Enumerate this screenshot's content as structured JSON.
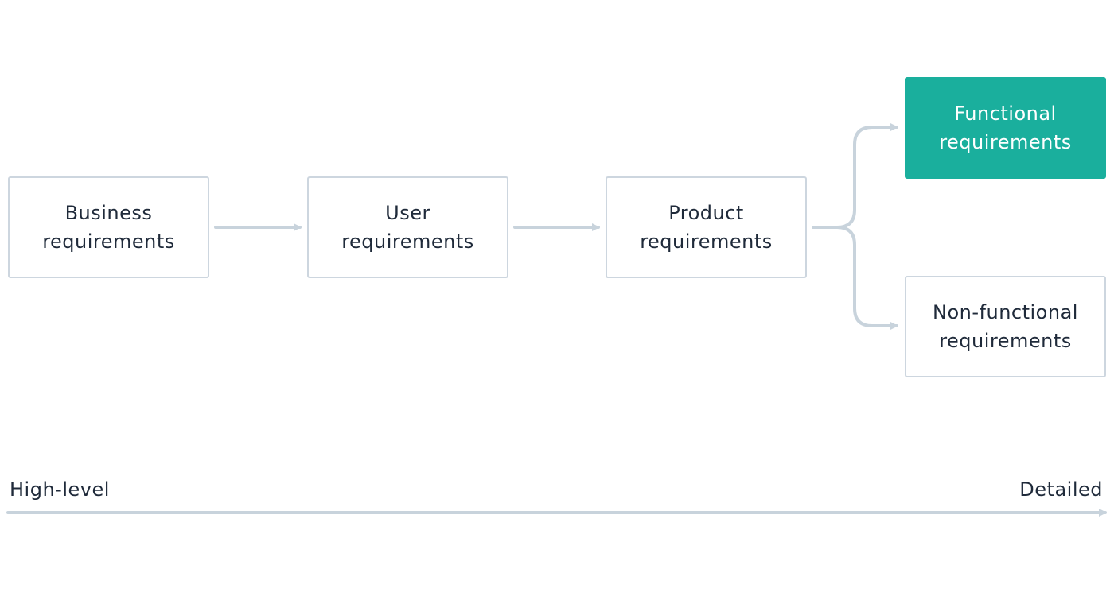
{
  "diagram": {
    "nodes": {
      "business": "Business\nrequirements",
      "user": "User\nrequirements",
      "product": "Product\nrequirements",
      "functional": "Functional\nrequirements",
      "non_functional": "Non-functional\nrequirements"
    },
    "edges": [
      {
        "from": "business",
        "to": "user"
      },
      {
        "from": "user",
        "to": "product"
      },
      {
        "from": "product",
        "to": "functional"
      },
      {
        "from": "product",
        "to": "non_functional"
      }
    ],
    "highlighted_node": "functional",
    "colors": {
      "connector": "#c8d3dc",
      "box_border": "#cdd6df",
      "highlight": "#1aaf9d",
      "text": "#1f2a3a"
    }
  },
  "scale": {
    "left_label": "High-level",
    "right_label": "Detailed"
  }
}
